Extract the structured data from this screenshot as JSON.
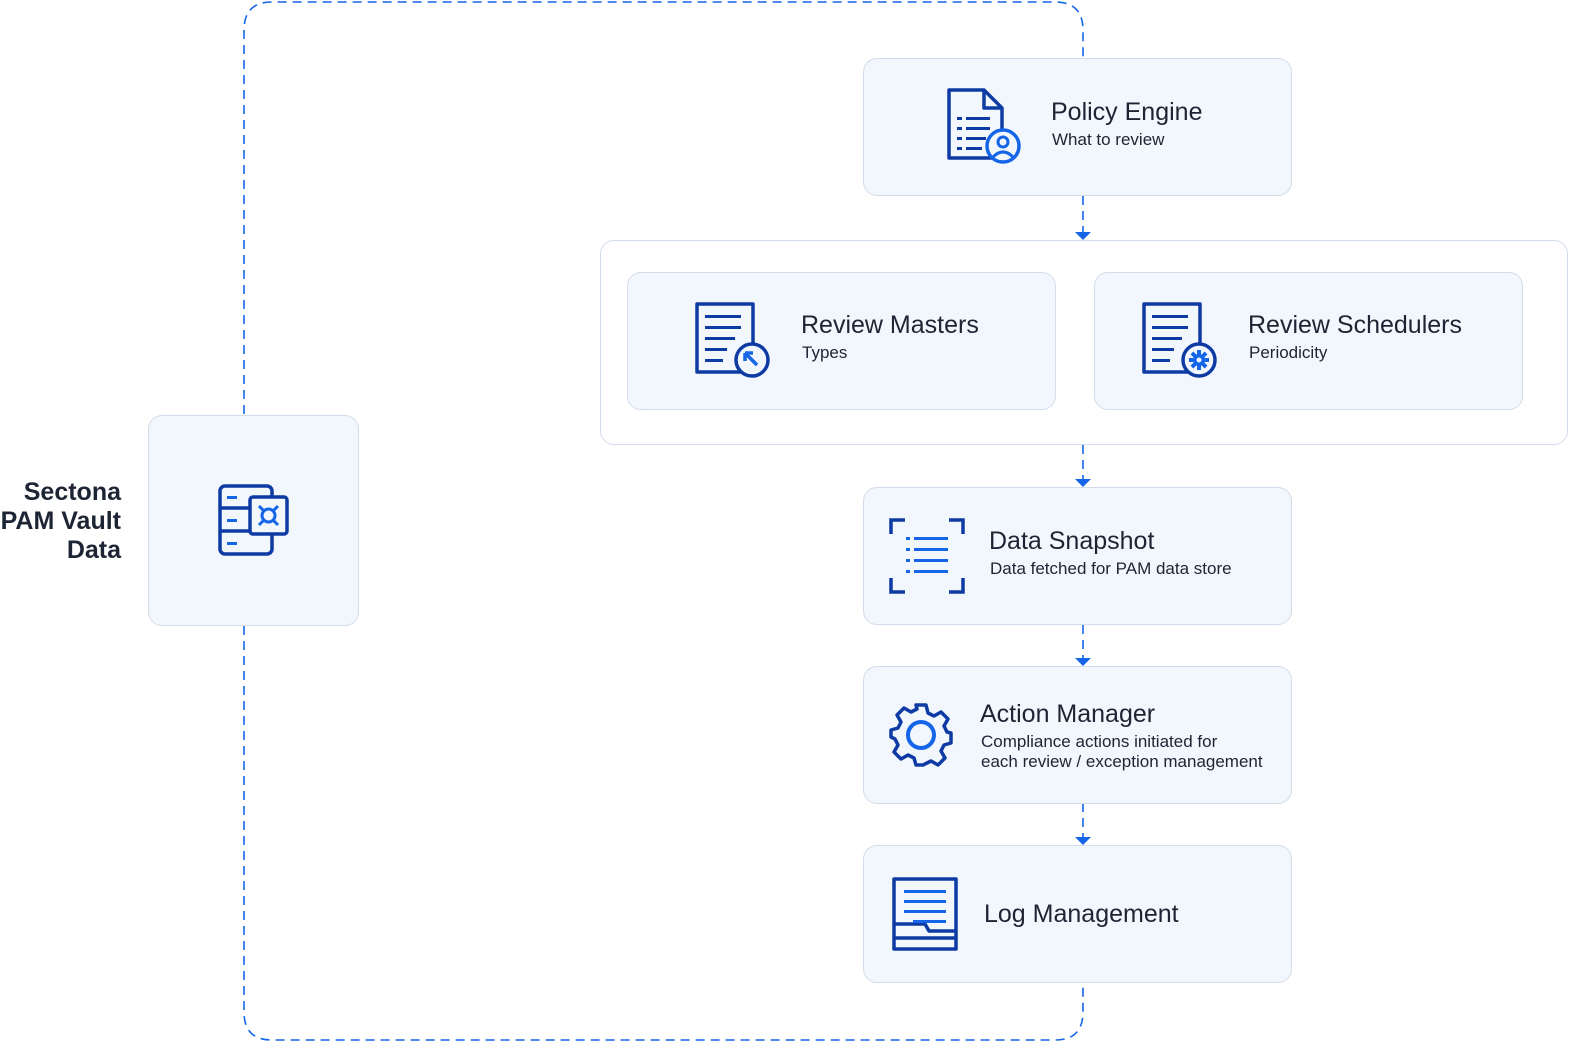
{
  "colors": {
    "accent": "#1565e8",
    "icon_dark": "#0d3aa3",
    "card_bg": "#f2f6fd",
    "card_border": "#d3dcea",
    "text": "#1d2433"
  },
  "source": {
    "label_lines": [
      "Sectona",
      "PAM Vault",
      "Data"
    ],
    "icon": "server-vault-icon"
  },
  "policy_engine": {
    "title": "Policy Engine",
    "subtitle": "What to review",
    "icon": "policy-document-user-icon"
  },
  "review_masters": {
    "title": "Review Masters",
    "subtitle": "Types",
    "icon": "document-cursor-icon"
  },
  "review_schedulers": {
    "title": "Review Schedulers",
    "subtitle": "Periodicity",
    "icon": "document-gear-icon"
  },
  "data_snapshot": {
    "title": "Data Snapshot",
    "subtitle": "Data fetched for PAM data store",
    "icon": "snapshot-list-icon"
  },
  "action_manager": {
    "title": "Action Manager",
    "subtitle_lines": [
      "Compliance actions initiated for",
      "each review / exception management"
    ],
    "icon": "gear-icon"
  },
  "log_management": {
    "title": "Log Management",
    "icon": "log-book-icon"
  }
}
